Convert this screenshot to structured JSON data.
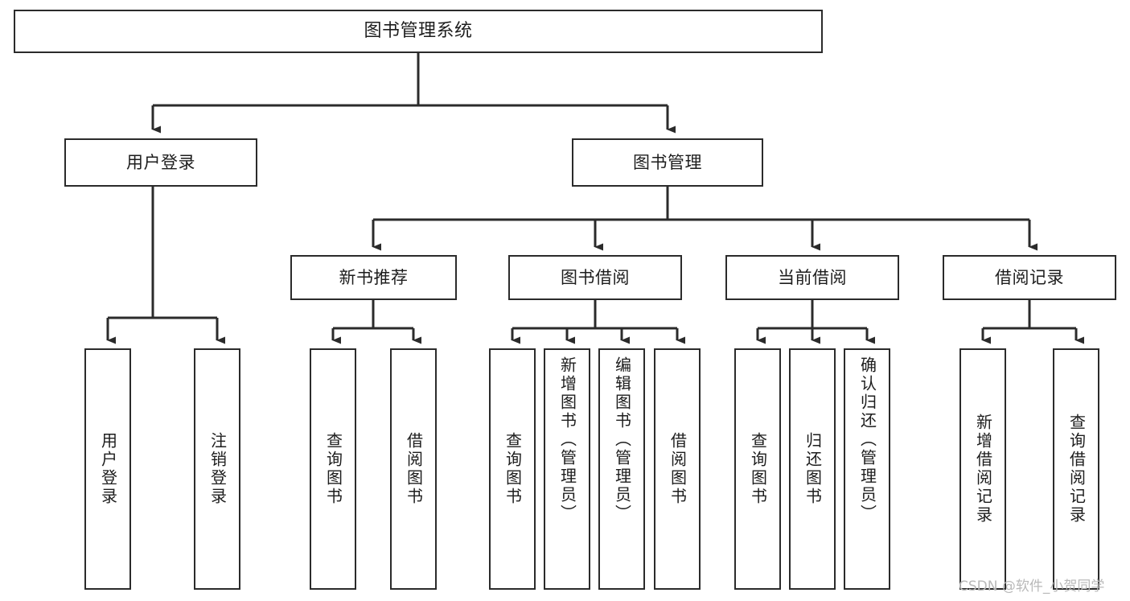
{
  "diagram": {
    "title": "图书管理系统",
    "type": "tree",
    "orientation": "top-down",
    "colors": {
      "box_border": "#2b2b2b",
      "box_fill": "#ffffff",
      "connector": "#2b2b2b",
      "text": "#1d1d1d",
      "watermark": "#b9b9b9",
      "background": "#ffffff"
    },
    "root": {
      "label": "图书管理系统"
    },
    "level1": [
      {
        "label": "用户登录"
      },
      {
        "label": "图书管理"
      }
    ],
    "level2": [
      {
        "label": "新书推荐"
      },
      {
        "label": "图书借阅"
      },
      {
        "label": "当前借阅"
      },
      {
        "label": "借阅记录"
      }
    ],
    "leaves": {
      "user_login": [
        {
          "label": "用户登录"
        },
        {
          "label": "注销登录"
        }
      ],
      "new_book_recommend": [
        {
          "label": "查询图书"
        },
        {
          "label": "借阅图书"
        }
      ],
      "book_borrow": [
        {
          "label": "查询图书"
        },
        {
          "label": "新增图书（管理员）"
        },
        {
          "label": "编辑图书（管理员）"
        },
        {
          "label": "借阅图书"
        }
      ],
      "current_borrow": [
        {
          "label": "查询图书"
        },
        {
          "label": "归还图书"
        },
        {
          "label": "确认归还（管理员）"
        }
      ],
      "borrow_record": [
        {
          "label": "新增借阅记录"
        },
        {
          "label": "查询借阅记录"
        }
      ]
    }
  },
  "watermark": {
    "text": "CSDN @软件_小贺同学"
  }
}
